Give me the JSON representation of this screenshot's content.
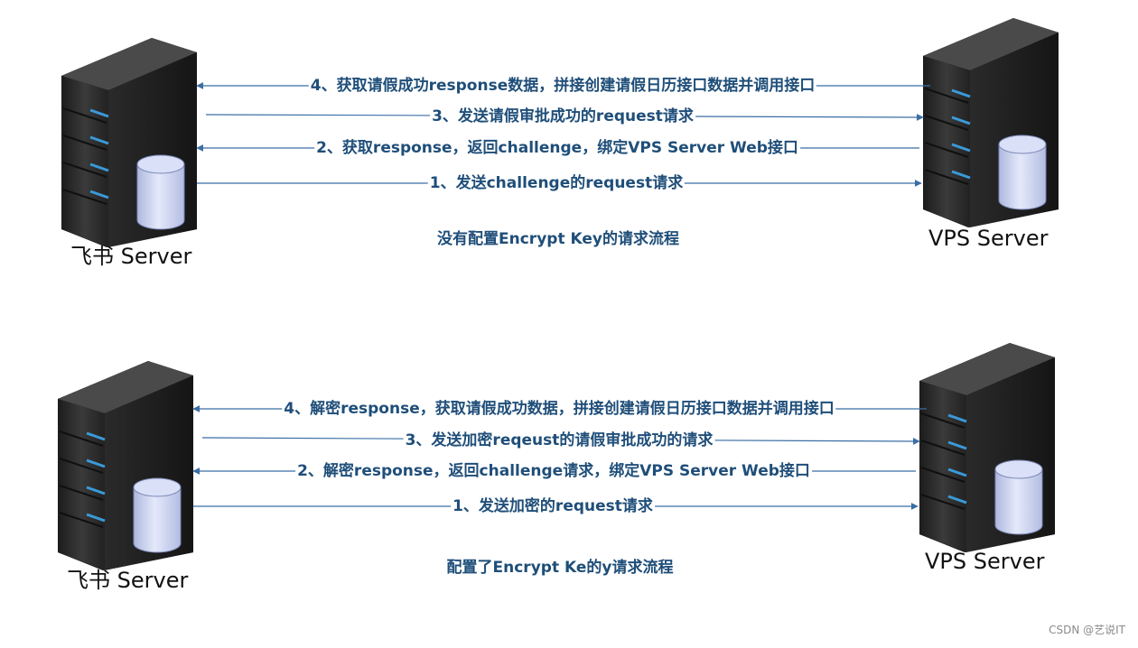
{
  "colors": {
    "arrow": "#3b6ea5",
    "text": "#1f4e79",
    "server_body": "#2e2e2e",
    "server_light": "#3a9ad9",
    "cylinder": "#c5d0ee"
  },
  "diagrams": [
    {
      "left_server": {
        "label": "飞书 Server",
        "icon": "server-icon"
      },
      "right_server": {
        "label": "VPS Server",
        "icon": "server-icon"
      },
      "messages": [
        {
          "step": 4,
          "direction": "to-left",
          "text": "4、获取请假成功response数据，拼接创建请假日历接口数据并调用接口"
        },
        {
          "step": 3,
          "direction": "to-right",
          "text": "3、发送请假审批成功的request请求"
        },
        {
          "step": 2,
          "direction": "to-left",
          "text": "2、获取response，返回challenge，绑定VPS Server Web接口"
        },
        {
          "step": 1,
          "direction": "to-right",
          "text": "1、发送challenge的request请求"
        }
      ],
      "caption": "没有配置Encrypt Key的请求流程"
    },
    {
      "left_server": {
        "label": "飞书 Server",
        "icon": "server-icon"
      },
      "right_server": {
        "label": "VPS Server",
        "icon": "server-icon"
      },
      "messages": [
        {
          "step": 4,
          "direction": "to-left",
          "text": "4、解密response，获取请假成功数据，拼接创建请假日历接口数据并调用接口"
        },
        {
          "step": 3,
          "direction": "to-right",
          "text": "3、发送加密reqeust的请假审批成功的请求"
        },
        {
          "step": 2,
          "direction": "to-left",
          "text": "2、解密response，返回challenge请求，绑定VPS Server Web接口"
        },
        {
          "step": 1,
          "direction": "to-right",
          "text": "1、发送加密的request请求"
        }
      ],
      "caption": "配置了Encrypt Ke的y请求流程"
    }
  ],
  "watermark": "CSDN @艺说IT"
}
